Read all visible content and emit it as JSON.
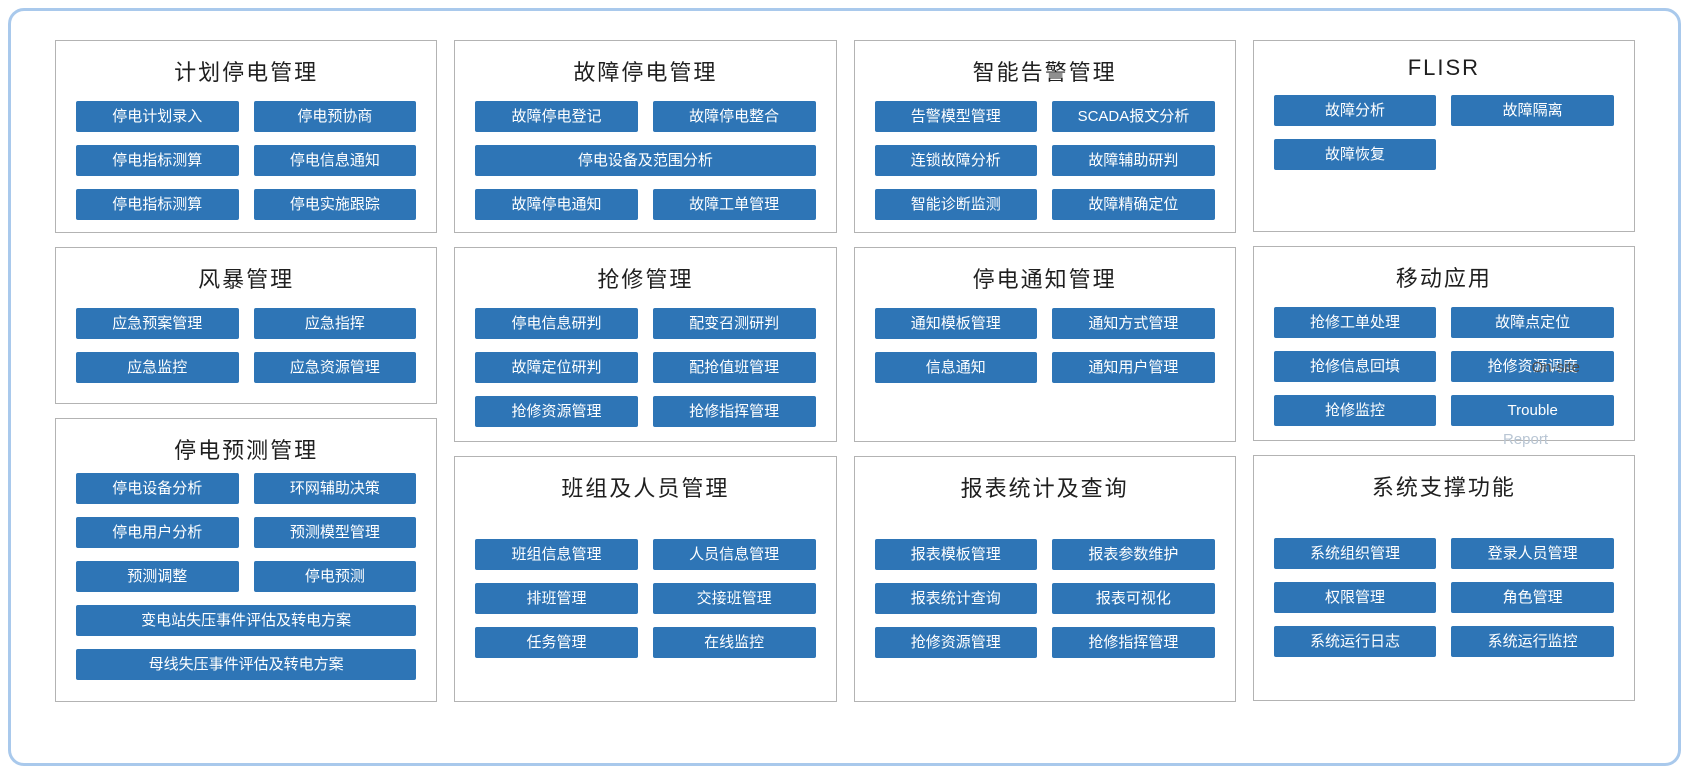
{
  "frame": {
    "border_color": "#A9C9EC",
    "background": "#FFFFFF"
  },
  "theme": {
    "button_bg": "#2E75B6",
    "button_text": "#FFFFFF",
    "panel_border": "#B3B3B3",
    "title_color": "#1F1F1F"
  },
  "columns": [
    {
      "panels": [
        {
          "id": "planned-outage",
          "title": "计划停电管理",
          "buttons": [
            {
              "label": "停电计划录入"
            },
            {
              "label": "停电预协商"
            },
            {
              "label": "停电指标测算"
            },
            {
              "label": "停电信息通知"
            },
            {
              "label": "停电指标测算"
            },
            {
              "label": "停电实施跟踪"
            }
          ]
        },
        {
          "id": "storm",
          "title": "风暴管理",
          "buttons": [
            {
              "label": "应急预案管理"
            },
            {
              "label": "应急指挥"
            },
            {
              "label": "应急监控"
            },
            {
              "label": "应急资源管理"
            }
          ]
        },
        {
          "id": "outage-forecast",
          "title": "停电预测管理",
          "buttons": [
            {
              "label": "停电设备分析"
            },
            {
              "label": "环网辅助决策"
            },
            {
              "label": "停电用户分析"
            },
            {
              "label": "预测模型管理"
            },
            {
              "label": "预测调整"
            },
            {
              "label": "停电预测"
            },
            {
              "label": "变电站失压事件评估及转电方案",
              "wide": true
            },
            {
              "label": "母线失压事件评估及转电方案",
              "wide": true
            }
          ]
        }
      ]
    },
    {
      "panels": [
        {
          "id": "fault-outage",
          "title": "故障停电管理",
          "buttons": [
            {
              "label": "故障停电登记"
            },
            {
              "label": "故障停电整合"
            },
            {
              "label": "停电设备及范围分析",
              "wide": true
            },
            {
              "label": "故障停电通知"
            },
            {
              "label": "故障工单管理"
            }
          ]
        },
        {
          "id": "repair",
          "title": "抢修管理",
          "buttons": [
            {
              "label": "停电信息研判"
            },
            {
              "label": "配变召测研判"
            },
            {
              "label": "故障定位研判"
            },
            {
              "label": "配抢值班管理"
            },
            {
              "label": "抢修资源管理"
            },
            {
              "label": "抢修指挥管理"
            }
          ]
        },
        {
          "id": "team-personnel",
          "title": "班组及人员管理",
          "buttons": [
            {
              "label": "班组信息管理"
            },
            {
              "label": "人员信息管理"
            },
            {
              "label": "排班管理"
            },
            {
              "label": "交接班管理"
            },
            {
              "label": "任务管理"
            },
            {
              "label": "在线监控"
            }
          ]
        }
      ]
    },
    {
      "panels": [
        {
          "id": "smart-alert",
          "title": "智能告警管理",
          "buttons": [
            {
              "label": "告警模型管理"
            },
            {
              "label": "SCADA报文分析"
            },
            {
              "label": "连锁故障分析"
            },
            {
              "label": "故障辅助研判"
            },
            {
              "label": "智能诊断监测"
            },
            {
              "label": "故障精确定位"
            }
          ]
        },
        {
          "id": "outage-notify",
          "title": "停电通知管理",
          "buttons": [
            {
              "label": "通知模板管理"
            },
            {
              "label": "通知方式管理"
            },
            {
              "label": "信息通知"
            },
            {
              "label": "通知用户管理"
            }
          ]
        },
        {
          "id": "report-query",
          "title": "报表统计及查询",
          "buttons": [
            {
              "label": "报表模板管理"
            },
            {
              "label": "报表参数维护"
            },
            {
              "label": "报表统计查询"
            },
            {
              "label": "报表可视化"
            },
            {
              "label": "抢修资源管理"
            },
            {
              "label": "抢修指挥管理"
            }
          ]
        }
      ]
    },
    {
      "panels": [
        {
          "id": "flisr",
          "title": "FLISR",
          "buttons": [
            {
              "label": "故障分析"
            },
            {
              "label": "故障隔离"
            },
            {
              "label": "故障恢复"
            }
          ]
        },
        {
          "id": "mobile-app",
          "title": "移动应用",
          "buttons": [
            {
              "label": "抢修工单处理"
            },
            {
              "label": "故障点定位"
            },
            {
              "label": "抢修信息回填"
            },
            {
              "label": "抢修资源调度"
            },
            {
              "label": "抢修监控"
            },
            {
              "label": "Trouble"
            }
          ],
          "overlays": [
            {
              "id": "on-site",
              "text": "On-site"
            },
            {
              "id": "report",
              "text": "Report"
            }
          ]
        },
        {
          "id": "system-support",
          "title": "系统支撑功能",
          "buttons": [
            {
              "label": "系统组织管理"
            },
            {
              "label": "登录人员管理"
            },
            {
              "label": "权限管理"
            },
            {
              "label": "角色管理"
            },
            {
              "label": "系统运行日志"
            },
            {
              "label": "系统运行监控"
            }
          ]
        }
      ]
    }
  ]
}
